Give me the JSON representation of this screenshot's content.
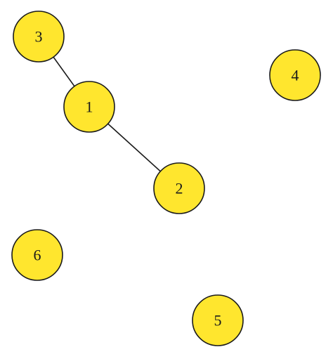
{
  "graph": {
    "node_fill": "#FFE62E",
    "node_stroke": "#1A1A1A",
    "edge_color": "#1A1A1A",
    "nodes": [
      {
        "id": "1",
        "label": "1"
      },
      {
        "id": "2",
        "label": "2"
      },
      {
        "id": "3",
        "label": "3"
      },
      {
        "id": "4",
        "label": "4"
      },
      {
        "id": "5",
        "label": "5"
      },
      {
        "id": "6",
        "label": "6"
      }
    ],
    "edges": [
      {
        "source": "3",
        "target": "1"
      },
      {
        "source": "1",
        "target": "2"
      }
    ]
  }
}
